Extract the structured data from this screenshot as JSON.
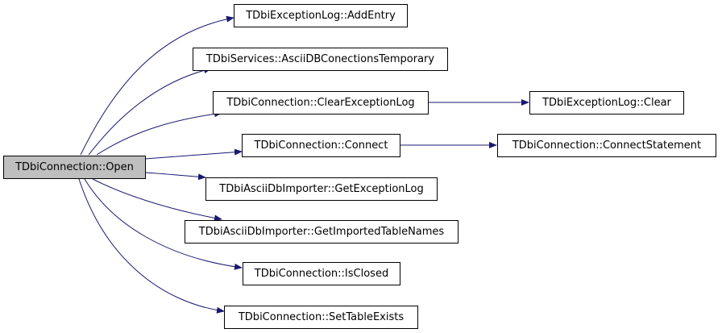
{
  "nodes": {
    "root": "TDbiConnection::Open",
    "add_entry": "TDbiExceptionLog::AddEntry",
    "ascii_temp": "TDbiServices::AsciiDBConectionsTemporary",
    "clear_exception_log": "TDbiConnection::ClearExceptionLog",
    "exception_clear": "TDbiExceptionLog::Clear",
    "connect": "TDbiConnection::Connect",
    "connect_statement": "TDbiConnection::ConnectStatement",
    "get_exception_log": "TDbiAsciiDbImporter::GetExceptionLog",
    "get_imported_tables": "TDbiAsciiDbImporter::GetImportedTableNames",
    "is_closed": "TDbiConnection::IsClosed",
    "set_table_exists": "TDbiConnection::SetTableExists"
  },
  "colors": {
    "edge": "#191970",
    "root_fill": "#bfbfbf",
    "node_fill": "#ffffff",
    "border": "#000000"
  }
}
